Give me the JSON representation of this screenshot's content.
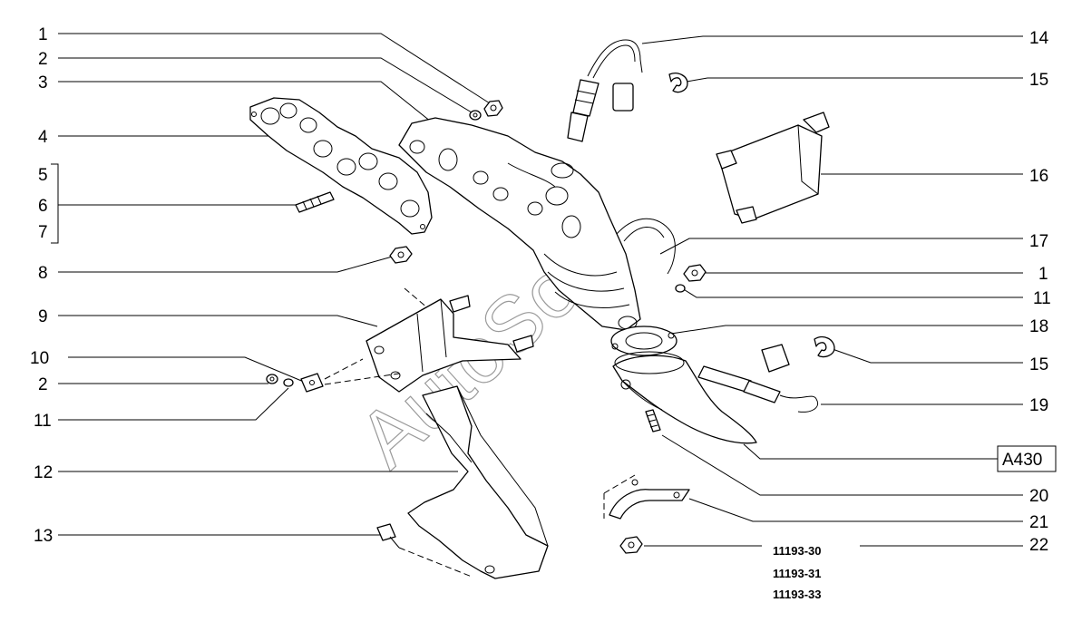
{
  "watermark": "AutoSoft",
  "callouts_left": [
    "1",
    "2",
    "3",
    "4",
    "5",
    "6",
    "7",
    "8",
    "9",
    "10",
    "2",
    "11",
    "12",
    "13"
  ],
  "callouts_right": [
    "14",
    "15",
    "16",
    "17",
    "1",
    "11",
    "18",
    "15",
    "19",
    "20",
    "21",
    "22"
  ],
  "reference_box": "A430",
  "catalog_codes": [
    "11193-30",
    "11193-31",
    "11193-33"
  ]
}
